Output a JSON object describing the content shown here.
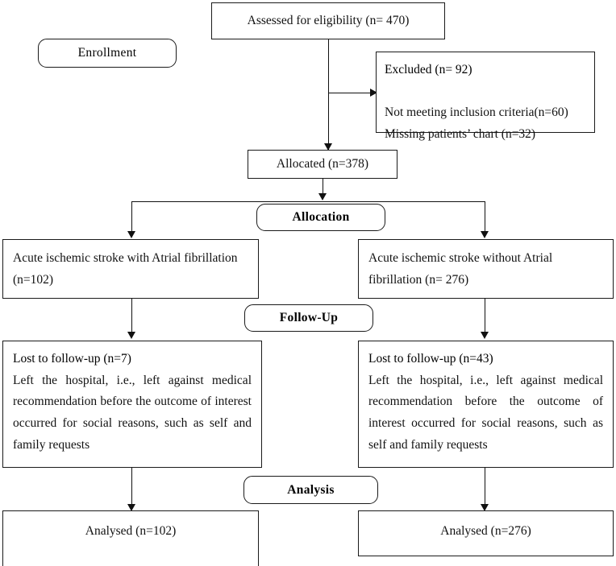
{
  "diagram": {
    "type": "consort-flow-diagram",
    "stages": [
      {
        "key": "enrollment",
        "label": "Enrollment",
        "bold": false
      },
      {
        "key": "allocation",
        "label": "Allocation",
        "bold": true
      },
      {
        "key": "followup",
        "label": "Follow-Up",
        "bold": true
      },
      {
        "key": "analysis",
        "label": "Analysis",
        "bold": true
      }
    ],
    "nodes": {
      "assessed": {
        "label": "Assessed for eligibility (n= 470)",
        "n": 470
      },
      "excluded": {
        "heading": "Excluded (n= 92)",
        "n": 92,
        "reasons": [
          "Not meeting inclusion criteria(n=60)",
          "Missing patients’ chart (n=32)"
        ],
        "reasons_text": "Not meeting inclusion criteria(n=60)\nMissing patients’ chart (n=32)"
      },
      "allocated": {
        "label": "Allocated (n=378)",
        "n": 378
      },
      "arm_left": {
        "label": "Acute ischemic stroke with Atrial fibrillation (n=102)",
        "n": 102
      },
      "arm_right": {
        "label": "Acute ischemic stroke without Atrial fibrillation (n= 276)",
        "n": 276
      },
      "lost_left": {
        "heading": "Lost to follow-up (n=7)",
        "n": 7,
        "body": "Left the hospital, i.e., left against medical recommendation before the outcome of interest occurred for social reasons, such as self and family requests"
      },
      "lost_right": {
        "heading": "Lost to follow-up (n=43)",
        "n": 43,
        "body": "Left the hospital, i.e., left against medical recommendation before the outcome of interest occurred for social reasons, such as self and family requests"
      },
      "analysed_left": {
        "label": "Analysed (n=102)",
        "n": 102
      },
      "analysed_right": {
        "label": "Analysed (n=276)",
        "n": 276
      }
    },
    "colors": {
      "stroke": "#111111",
      "background": "#ffffff",
      "text": "#111111"
    }
  }
}
